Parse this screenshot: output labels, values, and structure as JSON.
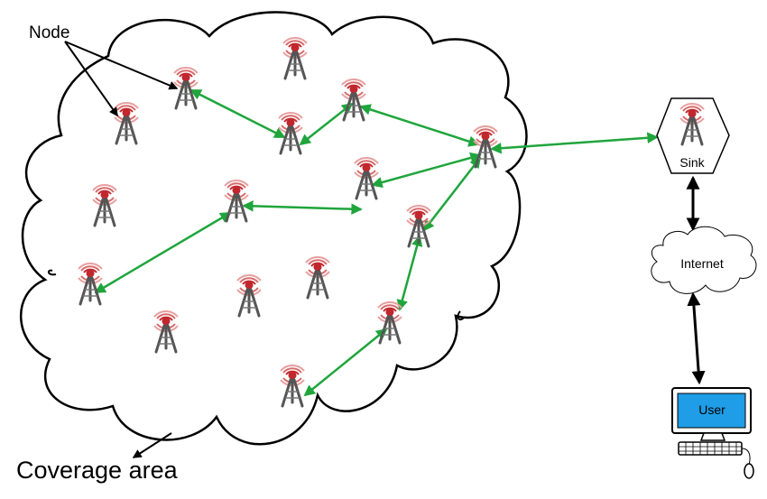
{
  "labels": {
    "node": "Node",
    "sink": "Sink",
    "internet": "Internet",
    "user": "User",
    "coverage": "Coverage area"
  },
  "colors": {
    "link": "#1fa53c",
    "wired": "#000000",
    "antenna_ring": "#c1272d",
    "tower": "#555555",
    "screen": "#1f9de6"
  },
  "icons": {
    "node": "radio-tower-icon",
    "sink": "hexagon-sink-icon",
    "internet": "cloud-icon",
    "user": "desktop-computer-icon"
  }
}
